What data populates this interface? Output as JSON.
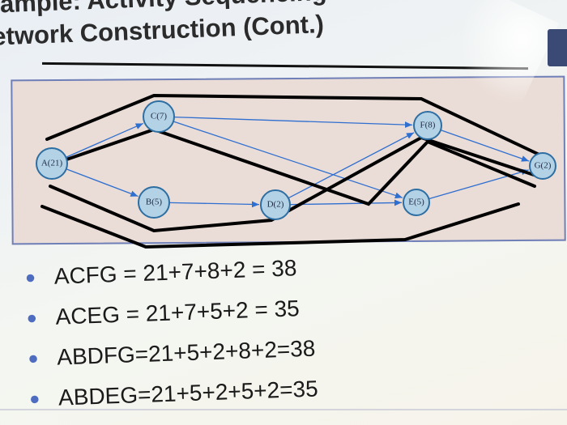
{
  "slide": {
    "title_line1": "xample: Activity Sequencing and",
    "title_line2": "etwork Construction (Cont.)"
  },
  "network": {
    "nodes": [
      {
        "id": "A",
        "label": "A(21)"
      },
      {
        "id": "B",
        "label": "B(5)"
      },
      {
        "id": "C",
        "label": "C(7)"
      },
      {
        "id": "D",
        "label": "D(2)"
      },
      {
        "id": "E",
        "label": "E(5)"
      },
      {
        "id": "F",
        "label": "F(8)"
      },
      {
        "id": "G",
        "label": "G(2)"
      }
    ],
    "edges": [
      [
        "A",
        "C"
      ],
      [
        "A",
        "B"
      ],
      [
        "C",
        "F"
      ],
      [
        "C",
        "E"
      ],
      [
        "B",
        "D"
      ],
      [
        "D",
        "F"
      ],
      [
        "D",
        "E"
      ],
      [
        "F",
        "G"
      ],
      [
        "E",
        "G"
      ]
    ],
    "colors": {
      "node_fill": "#b4d2e6",
      "node_stroke": "#2d6ea3",
      "arrow": "#2f6fd0",
      "frame": "#6f7fb8",
      "marker": "#000000"
    }
  },
  "paths": [
    "ACFG = 21+7+8+2 = 38",
    "ACEG = 21+7+5+2 = 35",
    "ABDFG=21+5+2+8+2=38",
    "ABDEG=21+5+2+5+2=35"
  ]
}
